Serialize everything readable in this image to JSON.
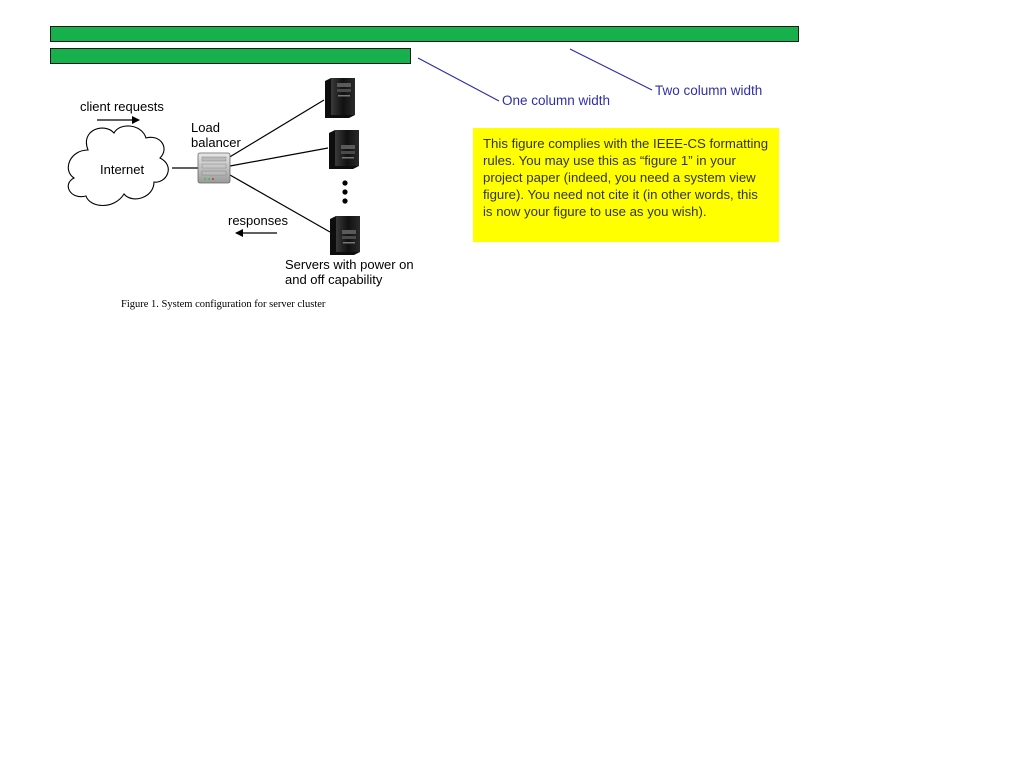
{
  "colors": {
    "width_bar": "#16b04c",
    "callout_text": "#2f2fa8",
    "callout_line": "#2f2fa8",
    "note_background": "#ffff00",
    "server_body": "#1c1c1c"
  },
  "width_bars": {
    "two_column_label": "Two column width",
    "one_column_label": "One column width"
  },
  "diagram": {
    "client_requests_label": "client requests",
    "internet_label": "Internet",
    "load_balancer_label": "Load balancer",
    "responses_label": "responses",
    "servers_label": "Servers with power on and off capability",
    "figure_caption": "Figure 1. System configuration for server cluster"
  },
  "note": {
    "text": "This figure complies with the IEEE-CS formatting rules. You may use this as “figure 1” in your project paper (indeed, you need a system view figure). You need not cite it (in other words, this is now your figure to use as you wish)."
  },
  "icons": {
    "cloud": "cloud-icon",
    "load_balancer": "network-switch-icon",
    "server": "tower-server-icon",
    "ellipsis": "vertical-ellipsis-icon"
  }
}
